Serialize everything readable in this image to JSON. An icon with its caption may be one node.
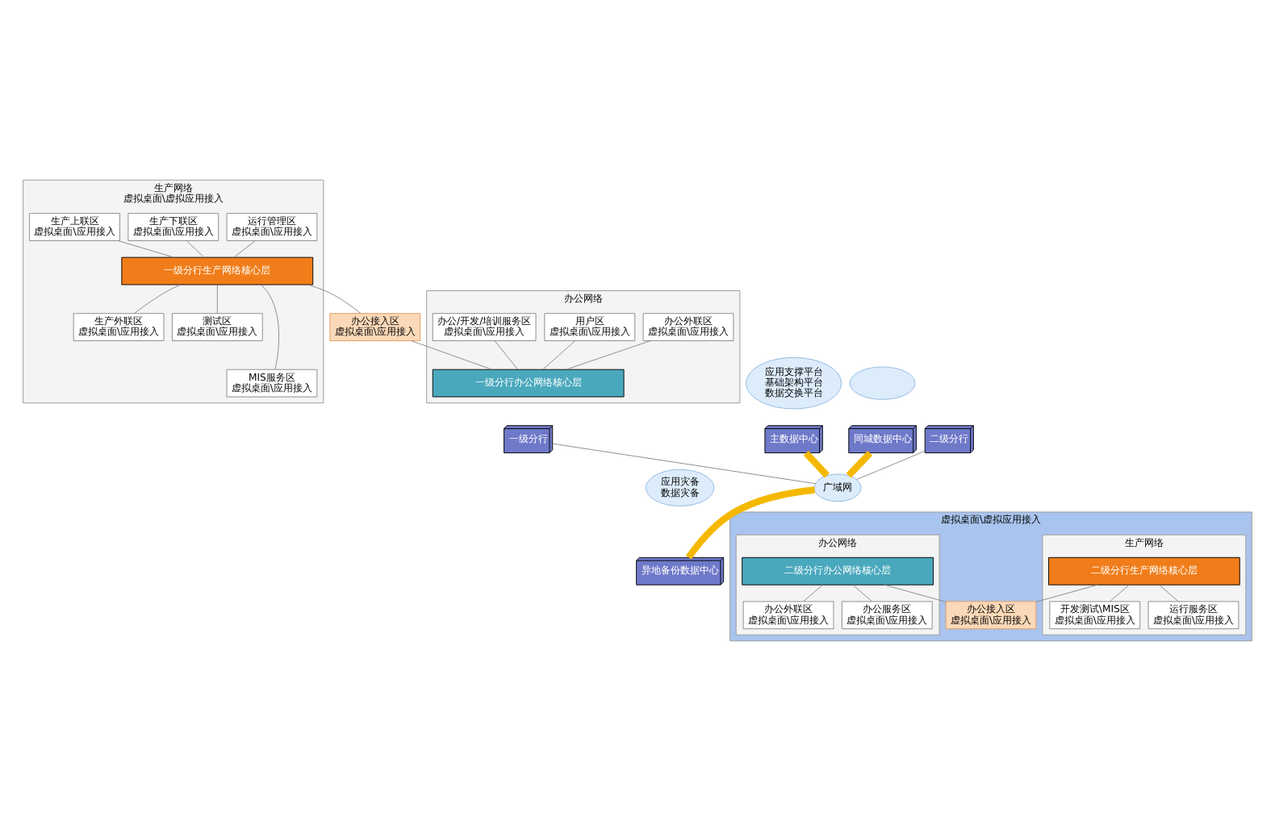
{
  "diagram": {
    "nodes": [
      {
        "text": [
          "生产网络",
          "虚拟桌面\\虚拟应用接入"
        ]
      },
      {
        "text": [
          "运行管理区",
          "虚拟桌面\\应用接入"
        ],
        "in": 0
      },
      {
        "text": [
          "生产下联区",
          "虚拟桌面\\应用接入"
        ],
        "in": 0
      },
      {
        "text": [
          "生产上联区",
          "虚拟桌面\\应用接入"
        ],
        "in": 0
      },
      {
        "text": [
          "一级分行生产网络核心层"
        ],
        "in": 0
      },
      {
        "text": [
          "生产外联区",
          "虚拟桌面\\应用接入"
        ],
        "in": 0
      },
      {
        "text": [
          "测试区",
          "虚拟桌面\\应用接入"
        ],
        "in": 0
      },
      {
        "text": [
          "MIS服务区",
          "虚拟桌面\\应用接入"
        ],
        "in": 0
      },
      {
        "text": [
          "办公接入区",
          "虚拟桌面\\应用接入"
        ]
      },
      {
        "text": [
          "办公网络"
        ]
      },
      {
        "text": [
          "办公外联区",
          "虚拟桌面\\应用接入"
        ],
        "in": 9
      },
      {
        "text": [
          "用户区",
          "虚拟桌面\\应用接入"
        ],
        "in": 9
      },
      {
        "text": [
          "办公/开发/培训服务区",
          "虚拟桌面\\应用接入"
        ],
        "in": 9
      },
      {
        "text": [
          "一级分行办公网络核心层"
        ],
        "in": 9
      },
      {
        "text": [
          "一级分行"
        ]
      },
      {
        "text": [
          "应用支撑平台",
          "基础架构平台",
          "数据交换平台"
        ]
      },
      {
        "text": [
          "主数据中心"
        ]
      },
      {
        "text": [],
        "shape": "cloud"
      },
      {
        "text": [
          "同城数据中心"
        ]
      },
      {
        "text": [
          "广域网"
        ]
      },
      {
        "text": [
          "二级分行"
        ]
      },
      {
        "text": [
          "应用灾备",
          "数据灾备"
        ]
      },
      {
        "text": [
          "异地备份数据中心"
        ]
      },
      {
        "text": [
          "虚拟桌面\\虚拟应用接入"
        ]
      },
      {
        "text": [
          "生产网络"
        ],
        "in": 23
      },
      {
        "text": [
          "二级分行生产网络核心层"
        ],
        "in": 24
      },
      {
        "text": [
          "开发测试\\MIS区",
          "虚拟桌面\\应用接入"
        ],
        "in": 24
      },
      {
        "text": [
          "运行服务区",
          "虚拟桌面\\应用接入"
        ],
        "in": 24
      },
      {
        "text": [
          "办公接入区",
          "虚拟桌面\\应用接入"
        ],
        "in": 23
      },
      {
        "text": [
          "办公网络"
        ],
        "in": 23
      },
      {
        "text": [
          "二级分行办公网络核心层"
        ],
        "in": 29
      },
      {
        "text": [
          "办公外联区",
          "虚拟桌面\\应用接入"
        ],
        "in": 29
      },
      {
        "text": [
          "办公服务区",
          "虚拟桌面\\应用接入"
        ],
        "in": 29
      }
    ],
    "edges": [
      {
        "from": 1,
        "to": 4,
        "arrow": "none"
      },
      {
        "from": 2,
        "to": 4,
        "arrow": "none"
      },
      {
        "from": 3,
        "to": 4,
        "arrow": "none"
      },
      {
        "from": 4,
        "to": 5,
        "arrow": "none"
      },
      {
        "from": 4,
        "to": 6,
        "arrow": "none"
      },
      {
        "from": 4,
        "to": 7,
        "arrow": "none"
      },
      {
        "from": 4,
        "to": 8,
        "arrow": "none"
      },
      {
        "from": 10,
        "to": 13,
        "arrow": "none"
      },
      {
        "from": 11,
        "to": 13,
        "arrow": "none"
      },
      {
        "from": 12,
        "to": 13,
        "arrow": "none"
      },
      {
        "from": 8,
        "to": 13,
        "arrow": "none"
      },
      {
        "from": 14,
        "to": 19,
        "arrow": "none"
      },
      {
        "from": 20,
        "to": 19,
        "arrow": "none"
      },
      {
        "from": 16,
        "to": 19,
        "arrow": "none",
        "style": "thick",
        "color": "#f5b800"
      },
      {
        "from": 18,
        "to": 19,
        "arrow": "none",
        "style": "thick",
        "color": "#f5b800"
      },
      {
        "from": 19,
        "to": 22,
        "arrow": "none",
        "style": "thick",
        "color": "#f5b800"
      },
      {
        "from": 25,
        "to": 26,
        "arrow": "none"
      },
      {
        "from": 25,
        "to": 27,
        "arrow": "none"
      },
      {
        "from": 25,
        "to": 28,
        "arrow": "none"
      },
      {
        "from": 30,
        "to": 28,
        "arrow": "none"
      },
      {
        "from": 30,
        "to": 31,
        "arrow": "none"
      },
      {
        "from": 30,
        "to": 32,
        "arrow": "none"
      }
    ]
  }
}
